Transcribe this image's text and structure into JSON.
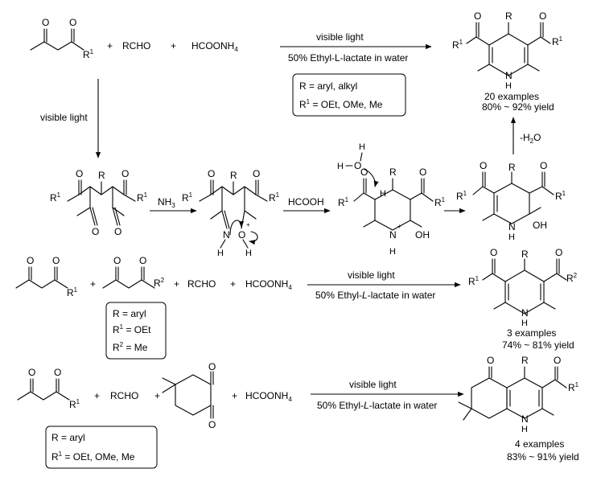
{
  "top": {
    "reactants": {
      "r1": "R",
      "r1_sup": "1",
      "plus_1": "+",
      "aldehyde": "RCHO",
      "plus_2": "+",
      "ammonium": "HCOONH",
      "ammonium_sub": "4"
    },
    "arrow_above": "visible light",
    "arrow_below": "50% Ethyl-L-lactate in water",
    "conditions": {
      "line1": "R = aryl, alkyl",
      "line2_r": "R",
      "line2_sup": "1",
      "line2_rest": " = OEt, OMe, Me"
    },
    "product": {
      "r1": "R",
      "r1_sup": "1",
      "r1b": "R",
      "r1b_sup": "1",
      "r": "R",
      "nh": "N",
      "h": "H"
    },
    "examples": "20 examples",
    "yield": "80% ~ 92% yield",
    "water_loss": "-H",
    "water_loss_sub": "2",
    "water_loss_end": "O"
  },
  "mechanism": {
    "down_label": "visible light",
    "inter1": {
      "r1a": "R",
      "r1a_sup": "1",
      "r": "R",
      "r1b": "R",
      "r1b_sup": "1",
      "oa": "O",
      "ob": "O",
      "oc": "O",
      "od": "O"
    },
    "nh3": "NH",
    "nh3_sub": "3",
    "inter2": {
      "r1a": "R",
      "r1a_sup": "1",
      "r": "R",
      "r1b": "R",
      "r1b_sup": "1",
      "n": "N",
      "h1": "H",
      "o": "O",
      "h2": "H",
      "plus": "+",
      "oa": "O",
      "ob": "O"
    },
    "hcooh": "HCOOH",
    "water": {
      "h_top": "H",
      "ho": "H",
      "o": "O"
    },
    "inter3": {
      "r1a": "R",
      "r1a_sup": "1",
      "r": "R",
      "r1b": "R",
      "r1b_sup": "1",
      "n": "N",
      "h": "H",
      "oh": "OH",
      "h_ring": "H",
      "plus": "+",
      "oa": "O",
      "ob": "O"
    },
    "inter4": {
      "r1a": "R",
      "r1a_sup": "1",
      "r": "R",
      "r1b": "R",
      "r1b_sup": "1",
      "n": "N",
      "h": "H",
      "oh": "OH",
      "oa": "O",
      "ob": "O"
    }
  },
  "row3": {
    "r1": "R",
    "r1_sup": "1",
    "plus_1": "+",
    "r2": "R",
    "r2_sup": "2",
    "plus_2": "+",
    "aldehyde": "RCHO",
    "plus_3": "+",
    "ammonium": "HCOONH",
    "ammonium_sub": "4",
    "arrow_above": "visible light",
    "arrow_below_pre": "50% Ethyl-",
    "arrow_below_it": "L",
    "arrow_below_post": "-lactate in water",
    "conditions": {
      "line1": "R = aryl",
      "line2_r": "R",
      "line2_sup": "1",
      "line2_rest": " = OEt",
      "line3_r": "R",
      "line3_sup": "2",
      "line3_rest": " =  Me"
    },
    "product": {
      "r1": "R",
      "r1_sup": "1",
      "r2": "R",
      "r2_sup": "2",
      "r": "R",
      "n": "N",
      "h": "H",
      "oa": "O",
      "ob": "O"
    },
    "examples": "3 examples",
    "yield": "74% ~ 81% yield"
  },
  "row4": {
    "r1": "R",
    "r1_sup": "1",
    "plus_1": "+",
    "aldehyde": "RCHO",
    "plus_2": "+",
    "plus_3": "+",
    "ammonium": "HCOONH",
    "ammonium_sub": "4",
    "arrow_above": "visible light",
    "arrow_below_pre": "50% Ethyl-",
    "arrow_below_it": "L",
    "arrow_below_post": "-lactate in water",
    "conditions": {
      "line1": "R = aryl",
      "line2_r": "R",
      "line2_sup": "1",
      "line2_rest": " = OEt, OMe, Me"
    },
    "product": {
      "o": "O",
      "r": "R",
      "r1": "R",
      "r1_sup": "1",
      "n": "N",
      "h": "H",
      "oa": "O"
    },
    "dimedone": {
      "oa": "O",
      "ob": "O"
    },
    "examples": "4 examples",
    "yield": "83% ~ 91% yield"
  },
  "diketone": {
    "o1": "O",
    "o2": "O"
  }
}
